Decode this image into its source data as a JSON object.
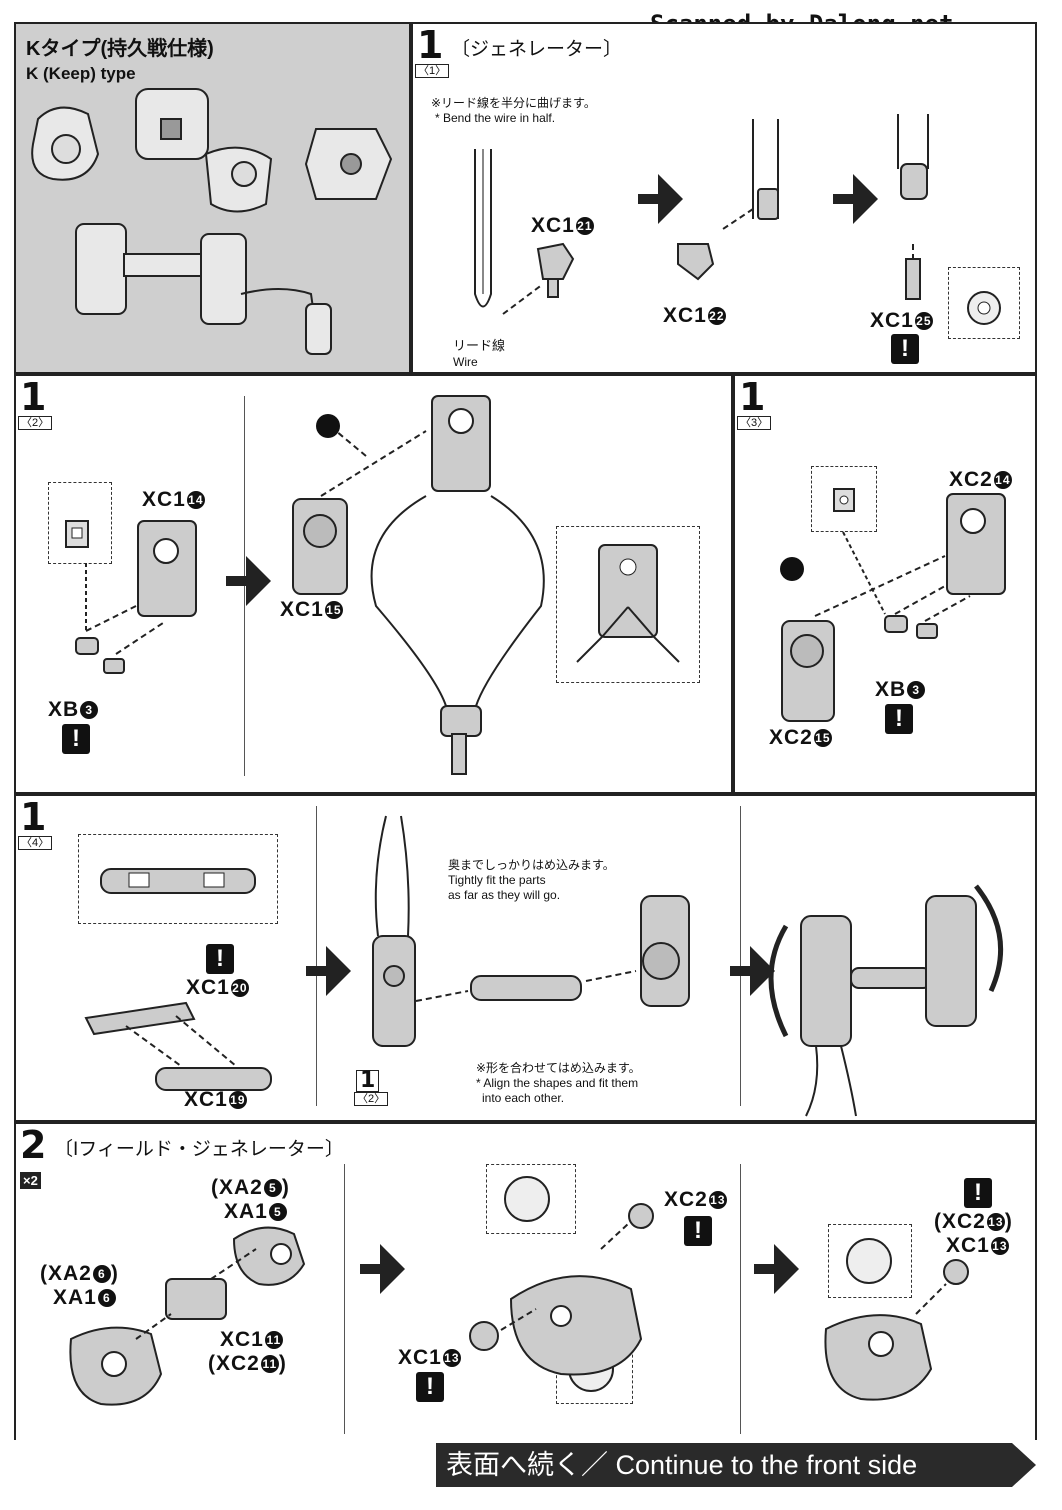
{
  "watermark": "Scanned by Dalong.net",
  "ktype": {
    "title_jp": "Kタイプ(持久戦仕様)",
    "title_en": "K (Keep) type"
  },
  "step1_1": {
    "number": "1",
    "sub": "〈1〉",
    "title": "〔ジェネレーター〕",
    "note_jp": "※リード線を半分に曲げます。",
    "note_en": "* Bend the wire in half.",
    "wire_jp": "リード線",
    "wire_en": "Wire",
    "labels": [
      "XC1",
      "XC1",
      "XC1"
    ],
    "circ": [
      "21",
      "22",
      "25"
    ]
  },
  "step1_2": {
    "number": "1",
    "sub": "〈2〉",
    "labels": [
      "XC1",
      "XC1",
      "XB"
    ],
    "circ": [
      "14",
      "15",
      "3"
    ]
  },
  "step1_3": {
    "number": "1",
    "sub": "〈3〉",
    "labels": [
      "XC2",
      "XB",
      "XC2"
    ],
    "circ": [
      "14",
      "3",
      "15"
    ]
  },
  "step1_4": {
    "number": "1",
    "sub": "〈4〉",
    "labels": [
      "XC1",
      "XC1"
    ],
    "circ": [
      "20",
      "19"
    ],
    "ref_number": "1",
    "ref_sub": "〈2〉",
    "tight_jp": "奥までしっかりはめ込みます。",
    "tight_en1": "Tightly fit the parts",
    "tight_en2": "as far as they will go.",
    "align_jp": "※形を合わせてはめ込みます。",
    "align_en1": "* Align the shapes and fit them",
    "align_en2": "into each other."
  },
  "step2": {
    "number": "2",
    "mult": "×2",
    "title": "〔Iフィールド・ジェネレーター〕",
    "xa2_5": "(XA2",
    "xa1_5": "XA1",
    "xa2_6": "(XA2",
    "xa1_6": "XA1",
    "xc1_11": "XC1",
    "xc2_11": "(XC2",
    "xc2_13": "XC2",
    "xc1_13": "XC1",
    "xc2_13b": "(XC2",
    "xc1_13b": "XC1",
    "c5": "5",
    "c6": "6",
    "c11": "11",
    "c13": "13",
    "close": ")"
  },
  "footer": "表面へ続く／ Continue to the front side",
  "warn_symbol": "!"
}
